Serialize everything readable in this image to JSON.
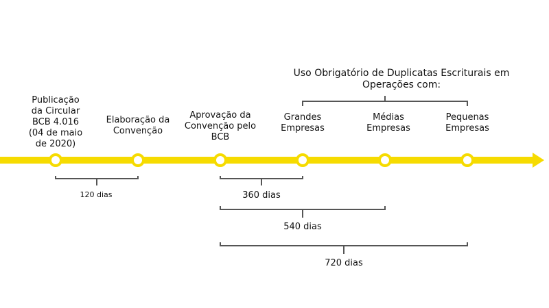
{
  "colors": {
    "timeline": "#f6db00",
    "node_fill": "#ffffff",
    "bracket": "#555555",
    "text": "#111111"
  },
  "header": {
    "text": "Uso Obrigatório de Duplicatas Escriturais em\nOperações com:"
  },
  "milestones": [
    {
      "label": "Publicação\nda Circular\nBCB 4.016\n(04 de maio\nde 2020)"
    },
    {
      "label": "Elaboração da\nConvenção"
    },
    {
      "label": "Aprovação da\nConvenção pelo\nBCB"
    },
    {
      "label": "Grandes\nEmpresas"
    },
    {
      "label": "Médias\nEmpresas"
    },
    {
      "label": "Pequenas\nEmpresas"
    }
  ],
  "durations": [
    {
      "label": "120 dias"
    },
    {
      "label": "360 dias"
    },
    {
      "label": "540 dias"
    },
    {
      "label": "720 dias"
    }
  ]
}
